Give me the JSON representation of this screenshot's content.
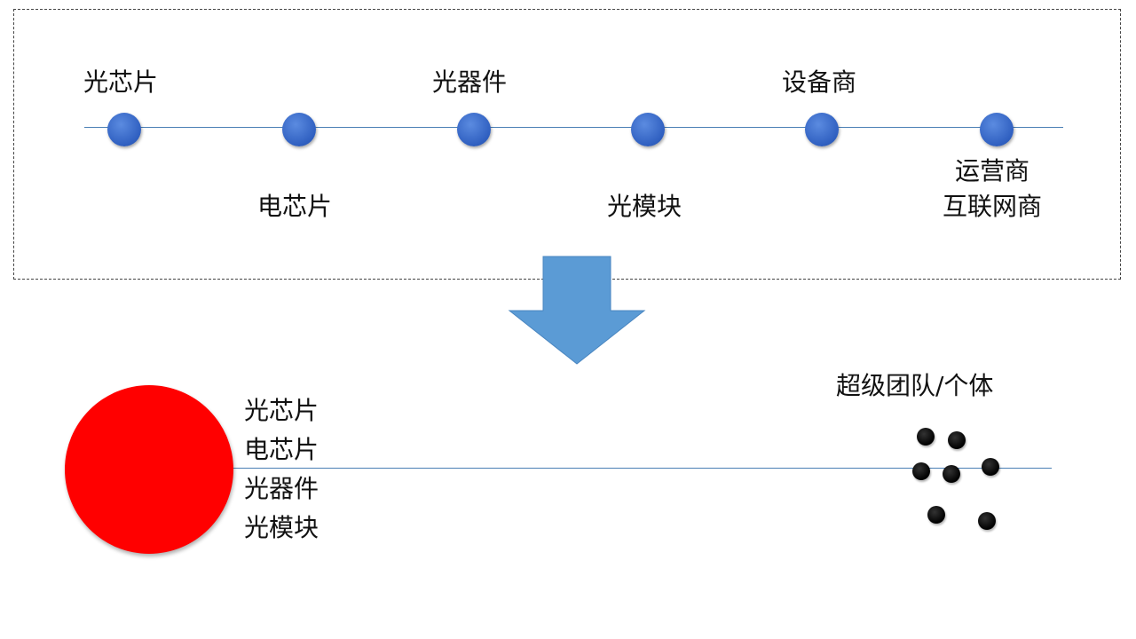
{
  "chain": {
    "nodes": [
      {
        "label": "光芯片",
        "pos": "above"
      },
      {
        "label": "电芯片",
        "pos": "below"
      },
      {
        "label": "光器件",
        "pos": "above"
      },
      {
        "label": "光模块",
        "pos": "below"
      },
      {
        "label": "设备商",
        "pos": "above"
      },
      {
        "label": "运营商",
        "label2": "互联网商",
        "pos": "below"
      }
    ]
  },
  "big_player": {
    "items": [
      "光芯片",
      "电芯片",
      "光器件",
      "光模块"
    ],
    "color": "#ff0000"
  },
  "small_players": {
    "label": "超级团队/个体",
    "count": 7
  },
  "arrow_color": "#5b9bd5"
}
